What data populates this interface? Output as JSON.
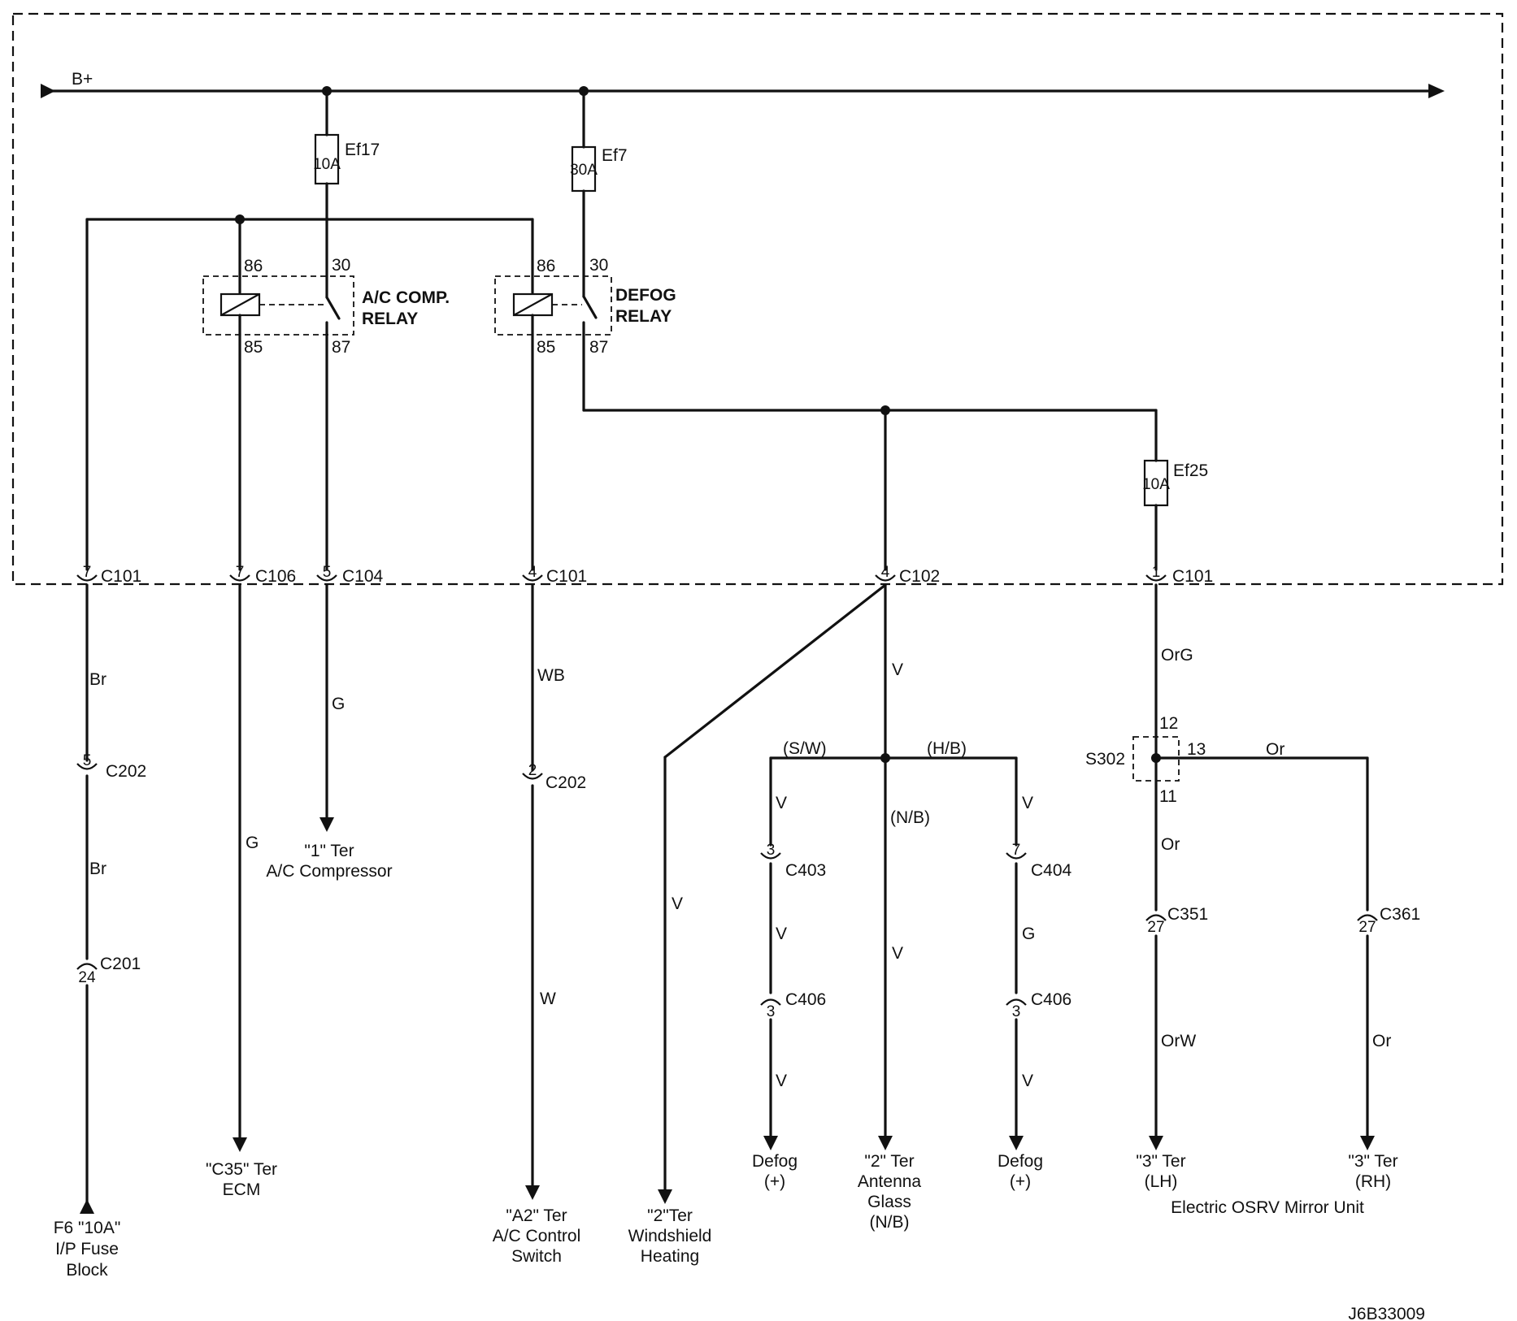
{
  "supply": {
    "label": "B+"
  },
  "fuses": {
    "ef17": {
      "name": "Ef17",
      "rating": "10A"
    },
    "ef7": {
      "name": "Ef7",
      "rating": "30A"
    },
    "ef25": {
      "name": "Ef25",
      "rating": "10A"
    }
  },
  "relays": {
    "ac_comp": {
      "line1": "A/C COMP.",
      "line2": "RELAY",
      "pin86": "86",
      "pin85": "85",
      "pin30": "30",
      "pin87": "87"
    },
    "defog": {
      "line1": "DEFOG",
      "line2": "RELAY",
      "pin86": "86",
      "pin85": "85",
      "pin30": "30",
      "pin87": "87"
    }
  },
  "connectors": {
    "c101_7": {
      "pin": "7",
      "name": "C101"
    },
    "c106_7": {
      "pin": "7",
      "name": "C106"
    },
    "c104_5": {
      "pin": "5",
      "name": "C104"
    },
    "c101_4": {
      "pin": "4",
      "name": "C101"
    },
    "c102_4": {
      "pin": "4",
      "name": "C102"
    },
    "c101_1": {
      "pin": "1",
      "name": "C101"
    },
    "c202_5": {
      "pin": "5",
      "name": "C202"
    },
    "c201_24": {
      "pin": "24",
      "name": "C201"
    },
    "c202_2": {
      "pin": "2",
      "name": "C202"
    },
    "c403_3": {
      "pin": "3",
      "name": "C403"
    },
    "c406_3a": {
      "pin": "3",
      "name": "C406"
    },
    "c404_7": {
      "pin": "7",
      "name": "C404"
    },
    "c406_3b": {
      "pin": "3",
      "name": "C406"
    },
    "c351_27": {
      "pin": "27",
      "name": "C351"
    },
    "c361_27": {
      "pin": "27",
      "name": "C361"
    }
  },
  "splice": {
    "name": "S302",
    "pin12": "12",
    "pin13": "13",
    "pin11": "11"
  },
  "wire_colors": {
    "br1": "Br",
    "br2": "Br",
    "g_ecm": "G",
    "g_comp": "G",
    "wb": "WB",
    "w": "W",
    "v_main": "V",
    "v_wind": "V",
    "sw": "(S/W)",
    "hb": "(H/B)",
    "v_left1": "V",
    "nb": "(N/B)",
    "v_right1": "V",
    "v_left2": "V",
    "v_left3": "V",
    "v_mid": "V",
    "g_right": "G",
    "v_right3": "V",
    "org": "OrG",
    "or_h": "Or",
    "or_down": "Or",
    "orw": "OrW",
    "or_rh": "Or"
  },
  "destinations": {
    "ip_fuse": [
      "F6 \"10A\"",
      "I/P Fuse",
      "Block"
    ],
    "ecm": [
      "\"C35\" Ter",
      "ECM"
    ],
    "compressor": [
      "\"1\" Ter",
      "A/C Compressor"
    ],
    "control_switch": [
      "\"A2\" Ter",
      "A/C Control",
      "Switch"
    ],
    "windshield": [
      "\"2\"Ter",
      "Windshield",
      "Heating"
    ],
    "defog_left": [
      "Defog",
      "(+)"
    ],
    "antenna": [
      "\"2\" Ter",
      "Antenna",
      "Glass",
      "(N/B)"
    ],
    "defog_right": [
      "Defog",
      "(+)"
    ],
    "mirror_lh": [
      "\"3\" Ter",
      "(LH)"
    ],
    "mirror_rh": [
      "\"3\" Ter",
      "(RH)"
    ],
    "mirror_unit": "Electric OSRV Mirror Unit"
  },
  "figure_id": "J6B33009"
}
